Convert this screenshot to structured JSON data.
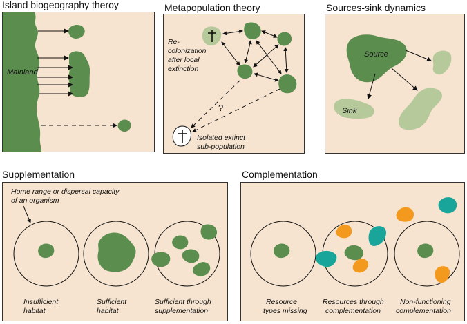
{
  "panels": {
    "island": {
      "title": "Island biogeography theroy",
      "mainland_label": "Mainland"
    },
    "metapop": {
      "title": "Metapopulation theory",
      "recolonization": [
        "Re-",
        "colonization",
        "after local",
        "extinction"
      ],
      "question_mark": "?",
      "isolated": [
        "Isolated extinct",
        "sub-population"
      ]
    },
    "source_sink": {
      "title": "Sources-sink dynamics",
      "source_label": "Source",
      "sink_label": "Sink"
    },
    "supplementation": {
      "title": "Supplementation",
      "home_range_note": [
        "Home range or dispersal capacity",
        "of an organism"
      ],
      "captions": [
        [
          "Insufficient",
          "habitat"
        ],
        [
          "Sufficient",
          "habitat"
        ],
        [
          "Sufficient through",
          "supplementation"
        ]
      ]
    },
    "complementation": {
      "title": "Complementation",
      "captions": [
        [
          "Resource",
          "types missing"
        ],
        [
          "Resources through",
          "complementation"
        ],
        [
          "Non-functioning",
          "complementation"
        ]
      ]
    }
  },
  "icons": {
    "extinct": "dagger-cross-icon"
  },
  "colors": {
    "panel_bg": "#f6e4d0",
    "dark_green": "#5b8d4e",
    "light_green": "#b5c99a",
    "orange": "#f39a1e",
    "teal": "#1aa59a"
  }
}
